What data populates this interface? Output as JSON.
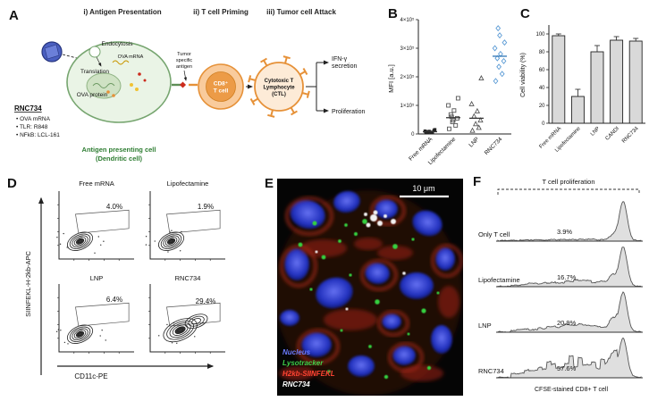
{
  "panel_labels": {
    "A": "A",
    "B": "B",
    "C": "C",
    "D": "D",
    "E": "E",
    "F": "F"
  },
  "panelA": {
    "stages": [
      {
        "label": "i) Antigen Presentation"
      },
      {
        "label": "ii) T cell Priming"
      },
      {
        "label": "iii) Tumor cell Attack"
      }
    ],
    "rnc734": {
      "title": "RNC734",
      "items": [
        "• OVA mRNA",
        "• TLR: R848",
        "• NFkB: LCL-161"
      ]
    },
    "labels": {
      "endocytosis": "Endocytosis",
      "translation": "Translation",
      "ova_mrna": "OVA mRNA",
      "ova_protein": "OVA protein",
      "apc_line1": "Antigen presenting cell",
      "apc_line2": "(Dendritic cell)",
      "antigen_line1": "Tumor",
      "antigen_line2": "specific",
      "antigen_line3": "antigen",
      "cd8_line1": "CD8⁺",
      "cd8_line2": "T cell",
      "ctl_line1": "Cytotoxic T",
      "ctl_line2": "Lymphocyte",
      "ctl_line3": "(CTL)",
      "ifn_line1": "IFN-γ",
      "ifn_line2": "secretion",
      "proliferation": "Proliferation"
    }
  },
  "panelE": {
    "scale_bar": "10 μm",
    "legend": [
      {
        "text": "Nucleus",
        "color": "#6b7cff"
      },
      {
        "text": "Lysotracker",
        "color": "#3fd14a"
      },
      {
        "text": "H2kb-SIINFEKL",
        "color": "#ff4433"
      },
      {
        "text": "RNC734",
        "color": "#ffffff"
      }
    ]
  },
  "chart_data": [
    {
      "id": "B",
      "type": "scatter",
      "ylabel": "MFI [a.u.]",
      "ylim": [
        0,
        400000
      ],
      "yticks": [
        0,
        100000,
        200000,
        300000,
        400000
      ],
      "ytick_labels": [
        "0",
        "1×10⁵",
        "2×10⁵",
        "3×10⁵",
        "4×10⁵"
      ],
      "categories": [
        "Free mRNA",
        "Lipofectamine",
        "LNP",
        "RNC734"
      ],
      "series": [
        {
          "name": "Free mRNA",
          "marker": "square-filled",
          "color": "#222222",
          "median_color": "#333333",
          "median": 8000,
          "values": [
            4000,
            6000,
            9000,
            12000,
            7000,
            5000,
            10000,
            15000
          ]
        },
        {
          "name": "Lipofectamine",
          "marker": "square-open",
          "color": "#555555",
          "median_color": "#333333",
          "median": 57000,
          "values": [
            18000,
            30000,
            42000,
            55000,
            68000,
            82000,
            100000,
            125000,
            48000,
            60000
          ]
        },
        {
          "name": "LNP",
          "marker": "triangle-open",
          "color": "#555555",
          "median_color": "#333333",
          "median": 55000,
          "values": [
            12000,
            22000,
            35000,
            48000,
            62000,
            80000,
            105000,
            195000
          ]
        },
        {
          "name": "RNC734",
          "marker": "diamond-open",
          "color": "#5b9bd5",
          "median_color": "#2e75b6",
          "median": 272000,
          "values": [
            185000,
            210000,
            235000,
            255000,
            265000,
            280000,
            300000,
            320000,
            345000,
            370000
          ]
        }
      ]
    },
    {
      "id": "C",
      "type": "bar",
      "ylabel": "Cell viability (%)",
      "ylim": [
        0,
        108
      ],
      "yticks": [
        0,
        20,
        40,
        60,
        80,
        100
      ],
      "categories": [
        "Free mRNA",
        "Lipofectamine",
        "LNP",
        "CANDI",
        "RNC734"
      ],
      "values": [
        98,
        30,
        80,
        93,
        92
      ],
      "errors": [
        2,
        8,
        7,
        4,
        3
      ],
      "bar_color": "#d9d9d9"
    },
    {
      "id": "D",
      "type": "contour-grid",
      "xlabel": "CD11c-PE",
      "ylabel": "SIINFEKL-H-2kb-APC",
      "plots": [
        {
          "title": "Free mRNA",
          "percent": "4.0%"
        },
        {
          "title": "Lipofectamine",
          "percent": "1.9%"
        },
        {
          "title": "LNP",
          "percent": "6.4%"
        },
        {
          "title": "RNC734",
          "percent": "29.4%"
        }
      ]
    },
    {
      "id": "F",
      "type": "histogram-stack",
      "title": "T cell proliferation",
      "xlabel": "CFSE-stained CD8+ T cell",
      "rows": [
        {
          "name": "Only T cell",
          "percent": 3.9,
          "percent_label": "3.9%"
        },
        {
          "name": "Lipofectamine",
          "percent": 16.7,
          "percent_label": "16.7%"
        },
        {
          "name": "LNP",
          "percent": 20.9,
          "percent_label": "20.9%"
        },
        {
          "name": "RNC734",
          "percent": 57.6,
          "percent_label": "57.6%"
        }
      ]
    }
  ]
}
